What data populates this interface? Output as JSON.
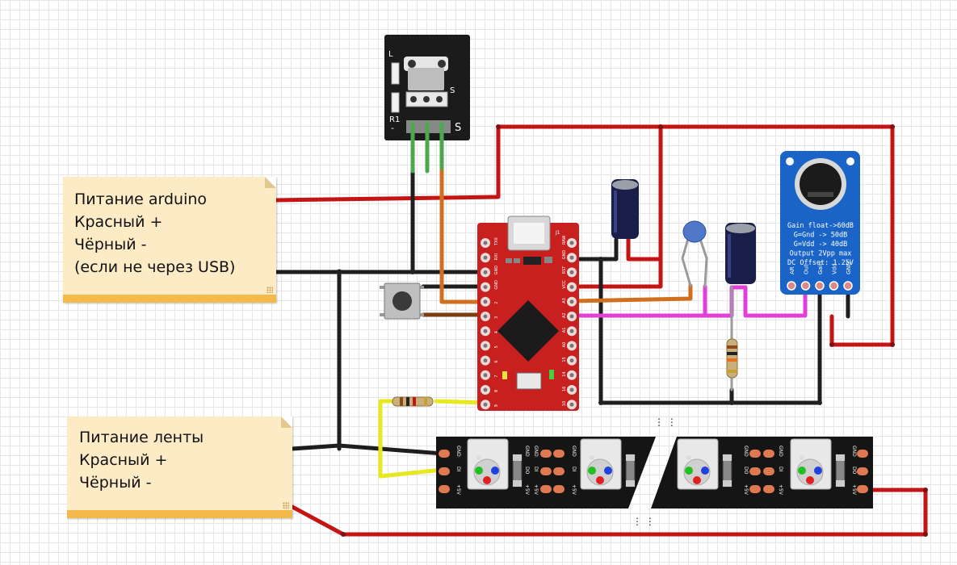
{
  "notes": {
    "arduino_power": {
      "lines": [
        "Питание arduino",
        "Красный +",
        "Чёрный -",
        "(если не через USB)"
      ]
    },
    "strip_power": {
      "lines": [
        "Питание ленты",
        "Красный +",
        "Чёрный -"
      ]
    }
  },
  "ir_receiver": {
    "labels": [
      "L",
      "S",
      "R1",
      "-",
      "S"
    ]
  },
  "arduino": {
    "top_label": "J1",
    "left_pins": [
      "TX0",
      "RXI",
      "GND",
      "GND",
      "2",
      "3",
      "4",
      "5",
      "6",
      "7",
      "8",
      "9"
    ],
    "right_pins": [
      "RAW",
      "GND",
      "RST",
      "VCC",
      "A3",
      "A2",
      "A1",
      "A0",
      "15",
      "14",
      "16",
      "10"
    ]
  },
  "microphone_module": {
    "text_lines": [
      "Gain float->60dB",
      "G=Gnd -> 50dB",
      "G=Vdd -> 40dB",
      "Output 2Vpp max",
      "DC Offset: 1.25V"
    ],
    "pins": [
      "AR",
      "Out",
      "Gain",
      "Vdd",
      "GND"
    ]
  },
  "led_strip": {
    "segment_labels_left": [
      "GND",
      "DI",
      "+5V"
    ],
    "segment_labels_right": [
      "GND",
      "DO",
      "+5V"
    ]
  },
  "colors": {
    "wire_red": "#c41414",
    "wire_black": "#1e1e1e",
    "wire_green": "#4da84d",
    "wire_orange": "#d0701e",
    "wire_brown": "#7a3e12",
    "wire_magenta": "#e040d8",
    "wire_yellow": "#e8e820",
    "pcb_red": "#c8201f",
    "pcb_blue": "#1a64c8",
    "note_bg": "#fdebc5",
    "note_bar": "#f3b94a"
  }
}
